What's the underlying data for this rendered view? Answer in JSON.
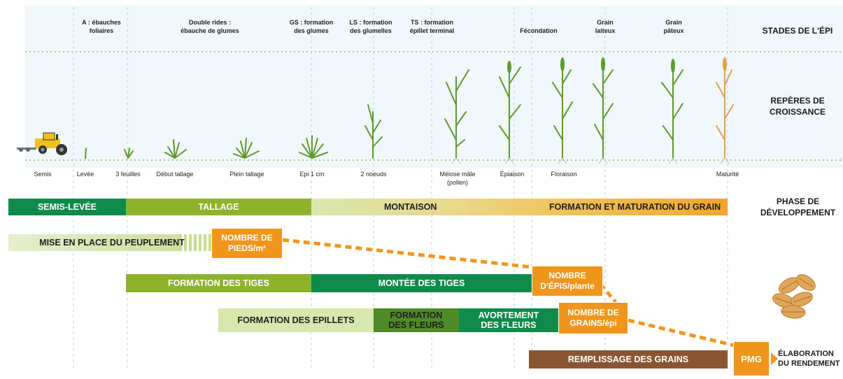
{
  "right_labels": {
    "stades": "STADES DE L'ÉPI",
    "reperes": "REPÈRES DE\nCROISSANCE",
    "phase": "PHASE DE\nDÉVELOPPEMENT",
    "elaboration": "ÉLABORATION\nDU RENDEMENT"
  },
  "stades": [
    "A :  ébauches\nfoliaires",
    "Double rides :\nébauche de glumes",
    "GS : formation\ndes glumes",
    "LS : formation\ndes glumelles",
    "TS : formation\népillet terminal",
    "Fécondation",
    "Grain\nlaiteux",
    "Grain\npâteux"
  ],
  "reperes": [
    "Semis",
    "Levée",
    "3 feuilles",
    "Début tallage",
    "Plein tallage",
    "Epi 1 cm",
    "2 noeuds",
    "Méiose mâle\n(pollen)",
    "Épiaison",
    "Floraison",
    "Maturité"
  ],
  "phases": [
    "SEMIS-LEVÉE",
    "TALLAGE",
    "MONTAISON",
    "FORMATION ET MATURATION DU GRAIN"
  ],
  "bars": {
    "peuplement": "MISE EN PLACE DU PEUPLEMENT",
    "tiges": "FORMATION DES TIGES",
    "montee": "MONTÉE DES TIGES",
    "epillets": "FORMATION DES EPILLETS",
    "fleurs": "FORMATION\nDES FLEURS",
    "avortement": "AVORTEMENT\nDES FLEURS",
    "remplissage": "REMPLISSAGE DES GRAINS"
  },
  "components": {
    "pieds": "NOMBRE DE\nPIEDS/m²",
    "epis": "NOMBRE\nD'ÉPIS/plante",
    "grains": "NOMBRE DE\nGRAINS/épi",
    "pmg": "PMG"
  },
  "colors": {
    "dark_green": "#0e8a4a",
    "olive_green": "#8db22c",
    "light_green": "#d2e3a3",
    "olive_dark": "#4f8a26",
    "orange": "#f0951c",
    "brown": "#8a5632",
    "plant_green": "#5e9a2e",
    "mature_gold": "#d9a24a"
  },
  "icons": [
    "tractor-icon",
    "grain-seeds-icon",
    "arrow-right-icon"
  ]
}
